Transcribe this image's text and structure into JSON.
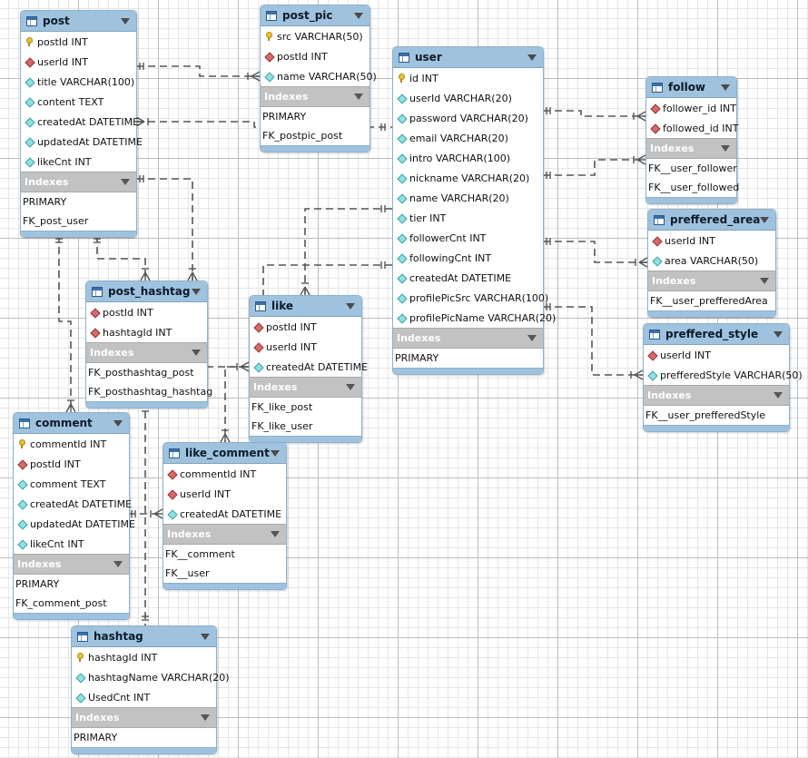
{
  "entities": {
    "post": {
      "name": "post",
      "columns": [
        {
          "icon": "primary-key-icon",
          "label": "postId INT"
        },
        {
          "icon": "foreign-key-icon",
          "label": "userId INT"
        },
        {
          "icon": "column-icon",
          "label": "title VARCHAR(100)"
        },
        {
          "icon": "column-icon",
          "label": "content TEXT"
        },
        {
          "icon": "column-icon",
          "label": "createdAt DATETIME"
        },
        {
          "icon": "column-icon",
          "label": "updatedAt DATETIME"
        },
        {
          "icon": "column-icon",
          "label": "likeCnt INT"
        }
      ],
      "indexes_label": "Indexes",
      "indexes": [
        "PRIMARY",
        "FK_post_user"
      ]
    },
    "post_pic": {
      "name": "post_pic",
      "columns": [
        {
          "icon": "primary-key-icon",
          "label": "src VARCHAR(50)"
        },
        {
          "icon": "foreign-key-icon",
          "label": "postId INT"
        },
        {
          "icon": "column-icon",
          "label": "name VARCHAR(50)"
        }
      ],
      "indexes_label": "Indexes",
      "indexes": [
        "PRIMARY",
        "FK_postpic_post"
      ]
    },
    "user": {
      "name": "user",
      "columns": [
        {
          "icon": "primary-key-icon",
          "label": "id INT"
        },
        {
          "icon": "column-icon",
          "label": "userId VARCHAR(20)"
        },
        {
          "icon": "column-icon",
          "label": "password VARCHAR(20)"
        },
        {
          "icon": "column-icon",
          "label": "email VARCHAR(20)"
        },
        {
          "icon": "column-icon",
          "label": "intro VARCHAR(100)"
        },
        {
          "icon": "column-icon",
          "label": "nickname VARCHAR(20)"
        },
        {
          "icon": "column-icon",
          "label": "name VARCHAR(20)"
        },
        {
          "icon": "column-icon",
          "label": "tier INT"
        },
        {
          "icon": "column-icon",
          "label": "followerCnt INT"
        },
        {
          "icon": "column-icon",
          "label": "followingCnt INT"
        },
        {
          "icon": "column-icon",
          "label": "createdAt DATETIME"
        },
        {
          "icon": "column-icon",
          "label": "profilePicSrc VARCHAR(100)"
        },
        {
          "icon": "column-icon",
          "label": "profilePicName VARCHAR(20)"
        }
      ],
      "indexes_label": "Indexes",
      "indexes": [
        "PRIMARY"
      ]
    },
    "follow": {
      "name": "follow",
      "columns": [
        {
          "icon": "foreign-key-icon",
          "label": "follower_id INT"
        },
        {
          "icon": "foreign-key-icon",
          "label": "followed_id INT"
        }
      ],
      "indexes_label": "Indexes",
      "indexes": [
        "FK__user_follower",
        "FK__user_followed"
      ]
    },
    "preffered_area": {
      "name": "preffered_area",
      "columns": [
        {
          "icon": "foreign-key-icon",
          "label": "userId INT"
        },
        {
          "icon": "column-icon",
          "label": "area VARCHAR(50)"
        }
      ],
      "indexes_label": "Indexes",
      "indexes": [
        "FK__user_prefferedArea"
      ]
    },
    "preffered_style": {
      "name": "preffered_style",
      "columns": [
        {
          "icon": "foreign-key-icon",
          "label": "userId INT"
        },
        {
          "icon": "column-icon",
          "label": "prefferedStyle VARCHAR(50)"
        }
      ],
      "indexes_label": "Indexes",
      "indexes": [
        "FK__user_prefferedStyle"
      ]
    },
    "post_hashtag": {
      "name": "post_hashtag",
      "columns": [
        {
          "icon": "foreign-key-icon",
          "label": "postId INT"
        },
        {
          "icon": "foreign-key-icon",
          "label": "hashtagId INT"
        }
      ],
      "indexes_label": "Indexes",
      "indexes": [
        "FK_posthashtag_post",
        "FK_posthashtag_hashtag"
      ]
    },
    "like": {
      "name": "like",
      "columns": [
        {
          "icon": "foreign-key-icon",
          "label": "postId INT"
        },
        {
          "icon": "foreign-key-icon",
          "label": "userId INT"
        },
        {
          "icon": "column-icon",
          "label": "createdAt DATETIME"
        }
      ],
      "indexes_label": "Indexes",
      "indexes": [
        "FK_like_post",
        "FK_like_user"
      ]
    },
    "comment": {
      "name": "comment",
      "columns": [
        {
          "icon": "primary-key-icon",
          "label": "commentId INT"
        },
        {
          "icon": "foreign-key-icon",
          "label": "postId INT"
        },
        {
          "icon": "column-icon",
          "label": "comment TEXT"
        },
        {
          "icon": "column-icon",
          "label": "createdAt DATETIME"
        },
        {
          "icon": "column-icon",
          "label": "updatedAt DATETIME"
        },
        {
          "icon": "column-icon",
          "label": "likeCnt INT"
        }
      ],
      "indexes_label": "Indexes",
      "indexes": [
        "PRIMARY",
        "FK_comment_post"
      ]
    },
    "like_comment": {
      "name": "like_comment",
      "columns": [
        {
          "icon": "foreign-key-icon",
          "label": "commentId INT"
        },
        {
          "icon": "foreign-key-icon",
          "label": "userId INT"
        },
        {
          "icon": "column-icon",
          "label": "createdAt DATETIME"
        }
      ],
      "indexes_label": "Indexes",
      "indexes": [
        "FK__comment",
        "FK__user"
      ]
    },
    "hashtag": {
      "name": "hashtag",
      "columns": [
        {
          "icon": "primary-key-icon",
          "label": "hashtagId INT"
        },
        {
          "icon": "column-icon",
          "label": "hashtagName VARCHAR(20)"
        },
        {
          "icon": "column-icon",
          "label": "UsedCnt INT"
        }
      ],
      "indexes_label": "Indexes",
      "indexes": [
        "PRIMARY"
      ]
    }
  },
  "relationships": [
    {
      "from": "post",
      "to": "post_pic",
      "type": "one-to-many"
    },
    {
      "from": "user",
      "to": "post",
      "type": "one-to-many"
    },
    {
      "from": "post",
      "to": "post_hashtag",
      "type": "one-to-many"
    },
    {
      "from": "hashtag",
      "to": "post_hashtag",
      "type": "one-to-many"
    },
    {
      "from": "post",
      "to": "like",
      "type": "one-to-many"
    },
    {
      "from": "user",
      "to": "like",
      "type": "one-to-many"
    },
    {
      "from": "post",
      "to": "comment",
      "type": "one-to-many"
    },
    {
      "from": "comment",
      "to": "like_comment",
      "type": "one-to-many"
    },
    {
      "from": "user",
      "to": "like_comment",
      "type": "one-to-many"
    },
    {
      "from": "user",
      "to": "follow",
      "type": "one-to-many",
      "column": "follower_id"
    },
    {
      "from": "user",
      "to": "follow",
      "type": "one-to-many",
      "column": "followed_id"
    },
    {
      "from": "user",
      "to": "preffered_area",
      "type": "one-to-many"
    },
    {
      "from": "user",
      "to": "preffered_style",
      "type": "one-to-many"
    }
  ],
  "colors": {
    "header": "#9fc3de",
    "index_header": "#c2c2c2",
    "relationship_line": "#555555",
    "primary_key": "#e8c23a",
    "foreign_key": "#d46a6a",
    "column": "#8fe0e0"
  }
}
